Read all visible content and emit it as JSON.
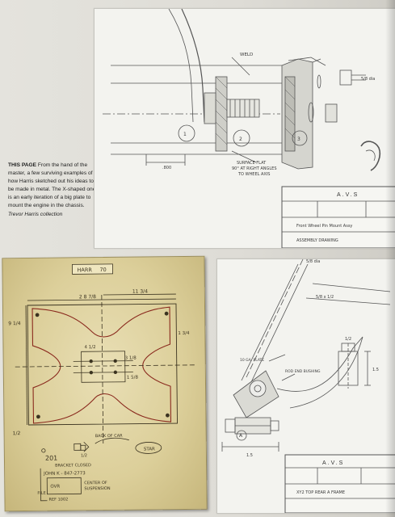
{
  "caption": {
    "lead": "THIS PAGE",
    "text": " From the hand of the master, a few surviving examples of how Harris sketched out his ideas to be made in metal. The X-shaped one is an early iteration of a big plate to mount the engine in the chassis.",
    "credit": "Trevor Harris collection"
  },
  "top_drawing": {
    "company": "A.V.S",
    "title_line": "Front Wheel Pin Mount Assy",
    "assembly": "ASSEMBLY DRAWING",
    "note_surface": "SURFACE FLAT",
    "note_angles": "90° AT RIGHT ANGLES",
    "note_axis": "TO WHEEL AXIS",
    "weld_label": "WELD",
    "dim_left": ".800",
    "dim_bolt": "5/8 dia",
    "circle_1": "1",
    "circle_2": "2",
    "circle_3": "3"
  },
  "sketch": {
    "tag": "HARR",
    "tag2": "70",
    "dim_top": "2 8 7/8",
    "dim_right_top": "11 3/4",
    "dim_left": "9 1/4",
    "dim_center_1": "4 1/2",
    "dim_center_2": "3 1/8",
    "dim_center_3": "1 5/8",
    "dim_corner": "1 3/4",
    "dim_bottom": "1/2",
    "note_back": "BACK OF CAR",
    "note_1": "201",
    "note_2": "BRACKET CLOSED",
    "note_3": "JOHN K - 847-2773",
    "note_4": "OVR",
    "note_5": "STAR",
    "note_6": "CENTER OF",
    "note_7": "SUSPENSION",
    "note_8": "FILE",
    "note_9": "REF 1002",
    "note_10": "1/2"
  },
  "bottom_drawing": {
    "company": "A.V.S",
    "title_line": "XY2 TOP REAR A FRAME",
    "label_plate": "10 GA. PLATE",
    "label_rod": "ROD END BUSHING",
    "dim_top": "5/8 dia",
    "dim_diag": "5/8 x 1/2",
    "dim_side_1": "1/2",
    "dim_side_2": "1.5",
    "dim_bottom": "1.5",
    "circle_a": "A"
  }
}
